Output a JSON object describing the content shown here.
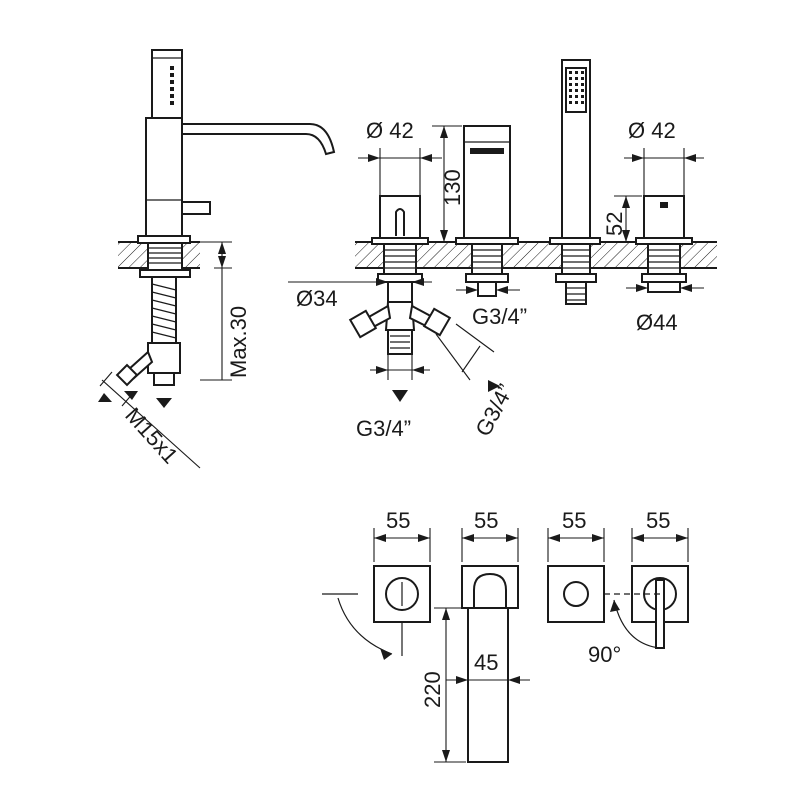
{
  "drawing": {
    "labels": {
      "d42_left": "Ø 42",
      "d42_right": "Ø 42",
      "h130": "130",
      "h52": "52",
      "d34": "Ø34",
      "g34_a": "G3/4”",
      "g34_b": "G3/4”",
      "g34_c": "G3/4”",
      "d44": "Ø44",
      "max30": "Max.30",
      "m15x1": "M15x1",
      "w55_1": "55",
      "w55_2": "55",
      "w55_3": "55",
      "w55_4": "55",
      "w45": "45",
      "h220": "220",
      "angle90": "90°"
    }
  }
}
